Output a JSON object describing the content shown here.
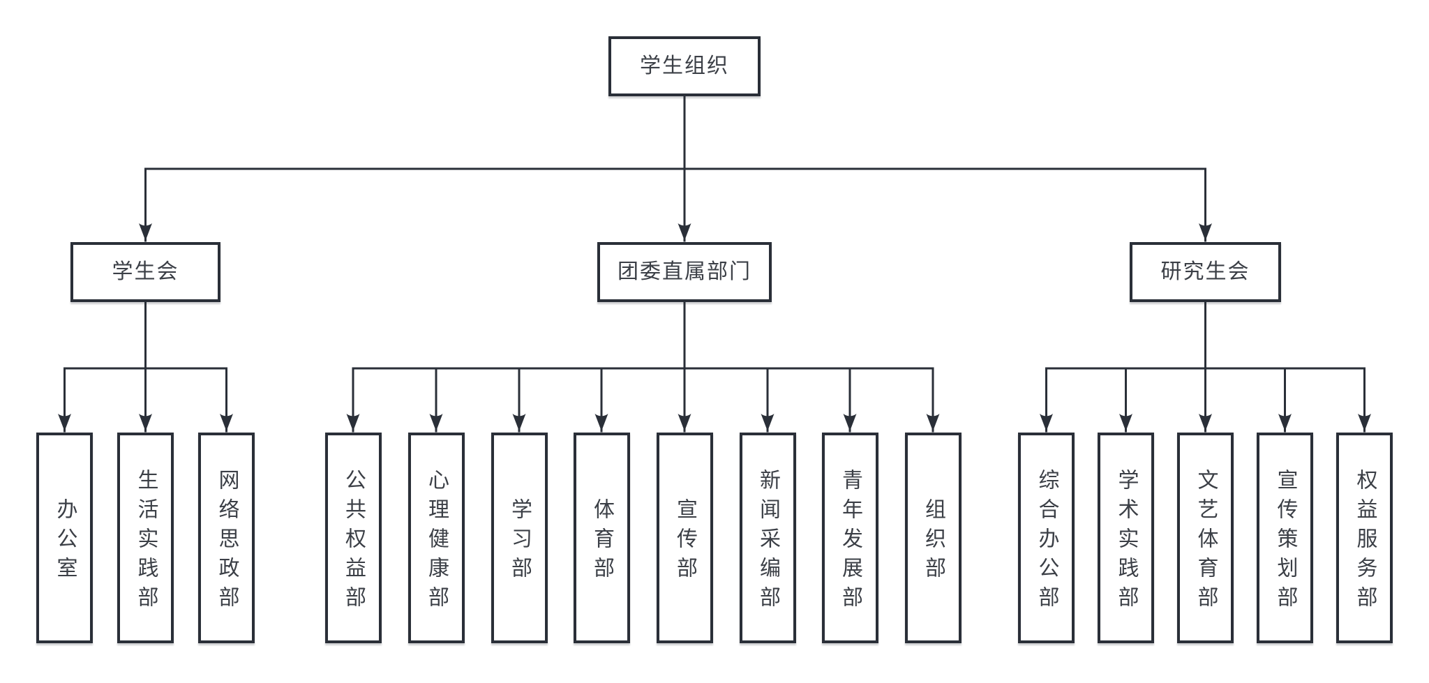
{
  "diagram": {
    "type": "org-chart",
    "root": {
      "label": "学生组织"
    },
    "groups": [
      {
        "label": "学生会",
        "children": [
          "办公室",
          "生活实践部",
          "网络思政部"
        ]
      },
      {
        "label": "团委直属部门",
        "children": [
          "公共权益部",
          "心理健康部",
          "学习部",
          "体育部",
          "宣传部",
          "新闻采编部",
          "青年发展部",
          "组织部"
        ]
      },
      {
        "label": "研究生会",
        "children": [
          "综合办公部",
          "学术实践部",
          "文艺体育部",
          "宣传策划部",
          "权益服务部"
        ]
      }
    ],
    "colors": {
      "line": "#2a2f38",
      "box_border": "#2a2f38",
      "box_fill": "#ffffff",
      "text": "#3b3f46",
      "background": "#ffffff"
    }
  }
}
